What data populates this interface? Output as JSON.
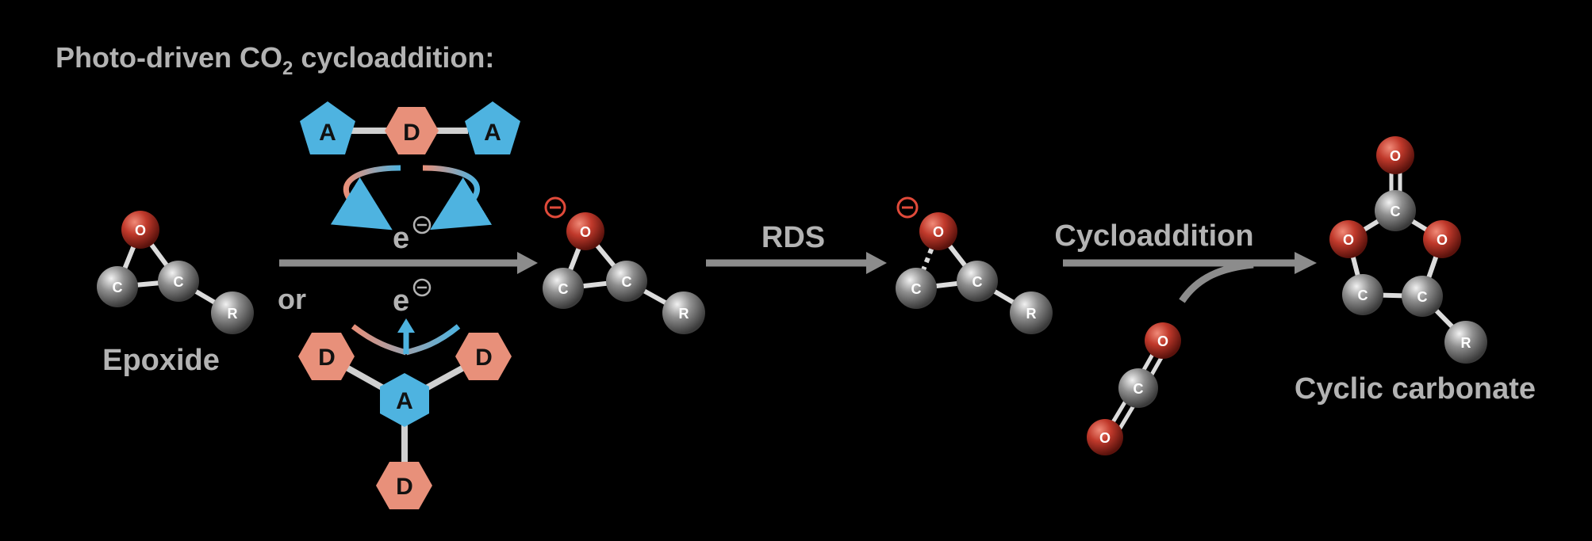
{
  "title": {
    "main": "Photo-driven CO",
    "sub": "2",
    "rest": " cycloaddition:"
  },
  "labels": {
    "epoxide": "Epoxide",
    "or": "or",
    "electron": "e",
    "rds": "RDS",
    "cycloaddition": "Cycloaddition",
    "cyclic_carbonate": "Cyclic carbonate"
  },
  "donor_acceptor": {
    "linear": [
      "A",
      "D",
      "A"
    ],
    "star": {
      "center": "A",
      "arms": [
        "D",
        "D",
        "D"
      ]
    }
  },
  "atoms": {
    "oxygen": "O",
    "carbon": "C",
    "r_group": "R"
  },
  "colors": {
    "background": "#000000",
    "label_gray": "#b3b3b3",
    "acceptor_blue": "#4eb3e0",
    "donor_salmon": "#e8907a",
    "oxygen_red": "#c0392b",
    "carbon_gray": "#8a8a8a",
    "arrow_gray": "#8c8c8c",
    "charge_red": "#e04a3a"
  },
  "icons": [
    "minus-charge-icon",
    "electron-transfer-arrow-icon"
  ]
}
